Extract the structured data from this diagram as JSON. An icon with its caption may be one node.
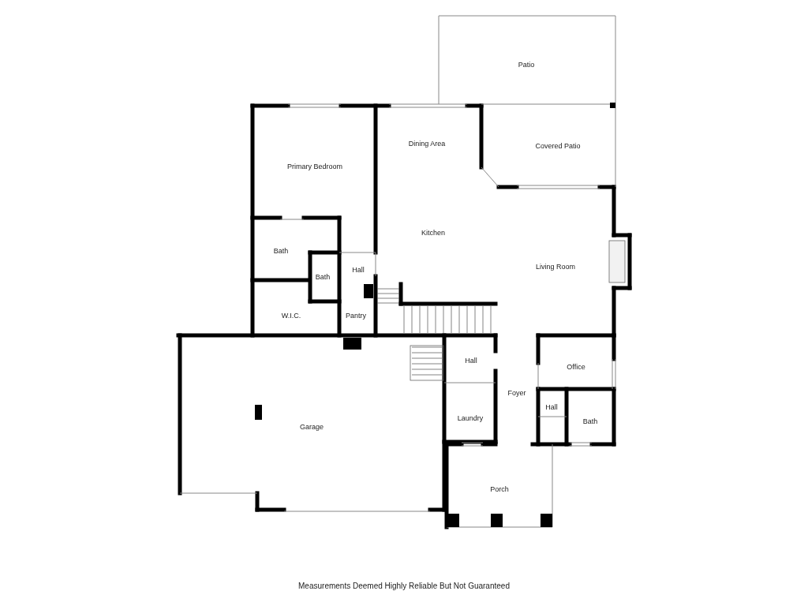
{
  "diagram": {
    "caption": "Measurements Deemed Highly Reliable But Not Guaranteed",
    "labels": [
      "Patio",
      "Dining Area",
      "Covered Patio",
      "Primary Bedroom",
      "Kitchen",
      "Bath",
      "Hall",
      "Living Room",
      "Bath",
      "W.I.C.",
      "Pantry",
      "Hall",
      "Office",
      "Foyer",
      "Hall",
      "Laundry",
      "Bath",
      "Garage",
      "Porch"
    ]
  }
}
